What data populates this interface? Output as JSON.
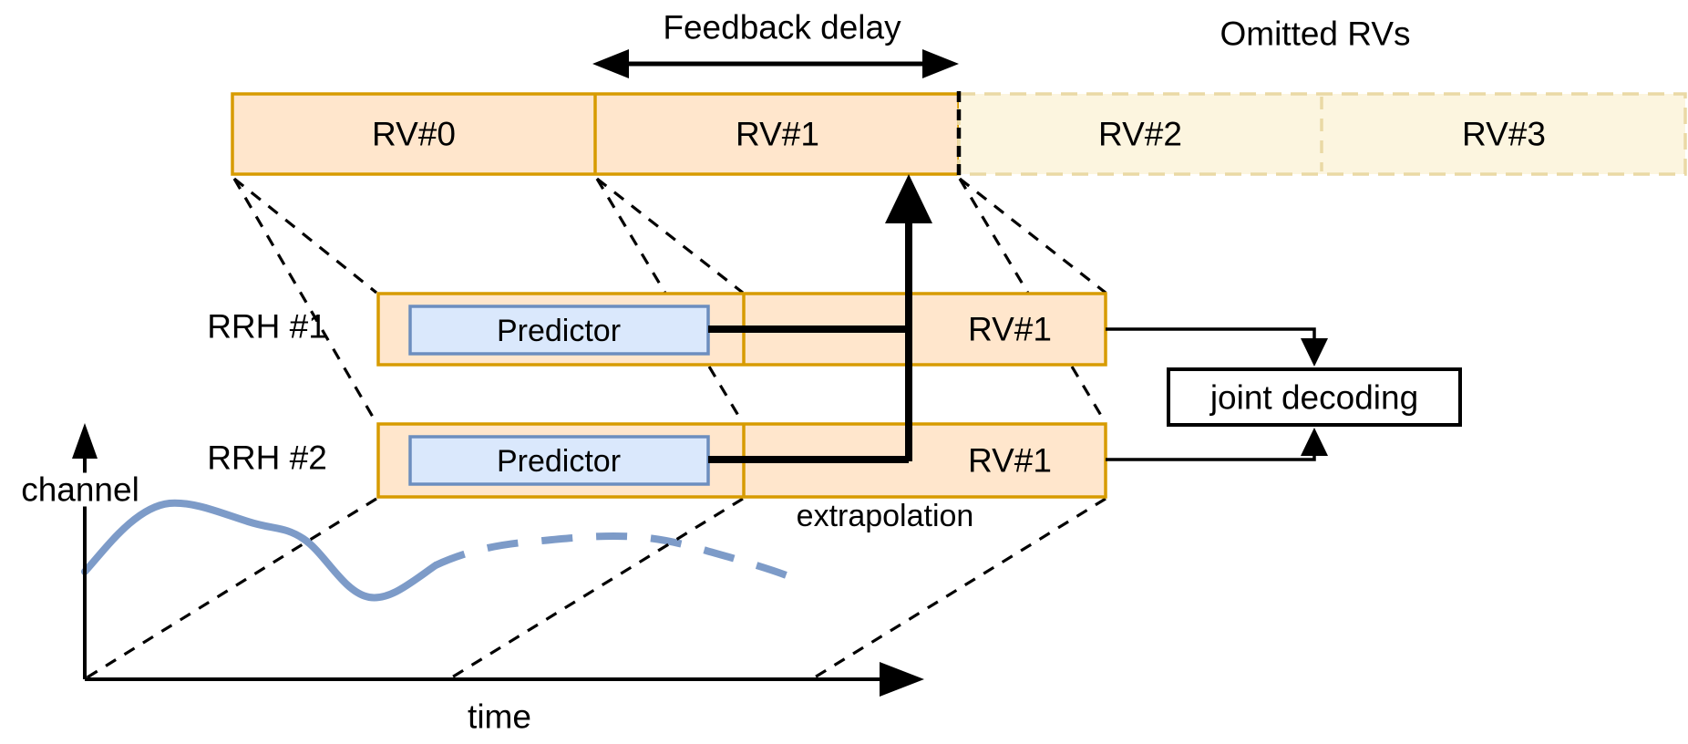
{
  "header": {
    "feedback_delay": "Feedback delay",
    "omitted_rvs": "Omitted RVs"
  },
  "timeline": {
    "segments": [
      {
        "label": "RV#0",
        "state": "transmitted"
      },
      {
        "label": "RV#1",
        "state": "transmitted"
      },
      {
        "label": "RV#2",
        "state": "omitted"
      },
      {
        "label": "RV#3",
        "state": "omitted"
      }
    ]
  },
  "rrh": {
    "rows": [
      {
        "label": "RRH #1",
        "predictor_label": "Predictor",
        "rv_label": "RV#1"
      },
      {
        "label": "RRH #2",
        "predictor_label": "Predictor",
        "rv_label": "RV#1"
      }
    ]
  },
  "annotations": {
    "extrapolation": "extrapolation",
    "joint_decoding": "joint decoding"
  },
  "axes": {
    "y_label": "channel",
    "x_label": "time"
  },
  "colors": {
    "bar_fill": "#FFE6CC",
    "bar_stroke": "#D79B00",
    "omitted_fill": "#FCF5DF",
    "omitted_stroke": "#EAD9A5",
    "predictor_fill": "#DAE8FC",
    "predictor_stroke": "#6C8EBF",
    "curve": "#7D9BC8"
  }
}
